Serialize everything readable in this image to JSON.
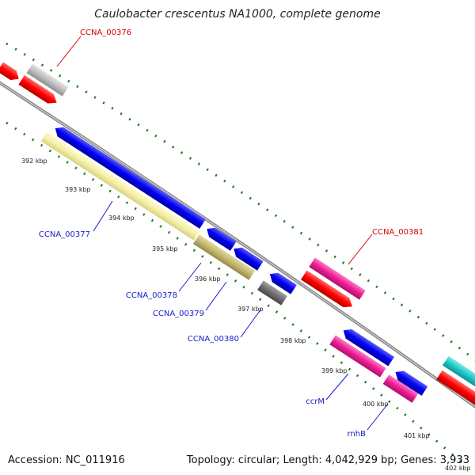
{
  "title": "Caulobacter crescentus NA1000, complete genome",
  "footer": {
    "accession": "Accession: NC_011916",
    "summary": "Topology: circular; Length: 4,042,929 bp; Genes: 3,933"
  },
  "ticks": [
    "392 kbp",
    "393 kbp",
    "394 kbp",
    "395 kbp",
    "396 kbp",
    "397 kbp",
    "398 kbp",
    "399 kbp",
    "400 kbp",
    "401 kbp",
    "402 kbp"
  ],
  "genes": [
    {
      "name": "CCNA_00376",
      "color": "#d40000"
    },
    {
      "name": "CCNA_00377",
      "color": "#1a1ac8"
    },
    {
      "name": "CCNA_00378",
      "color": "#1a1ac8"
    },
    {
      "name": "CCNA_00379",
      "color": "#1a1ac8"
    },
    {
      "name": "CCNA_00380",
      "color": "#1a1ac8"
    },
    {
      "name": "CCNA_00381",
      "color": "#d40000"
    },
    {
      "name": "ccrM",
      "color": "#1a1ac8"
    },
    {
      "name": "rnhB",
      "color": "#1a1ac8"
    }
  ],
  "colors": {
    "backbone": "#8a8a8a",
    "forward_cds": "#ff0000",
    "reverse_cds": "#0000ee",
    "pink": "#ee1e96",
    "cyan": "#1ec8c8",
    "grey": "#bdbdbd",
    "dark_grey": "#6e6e6e",
    "pale_yellow": "#f4f0a8",
    "olive": "#c4b870",
    "tick": "#1a7a1a"
  }
}
